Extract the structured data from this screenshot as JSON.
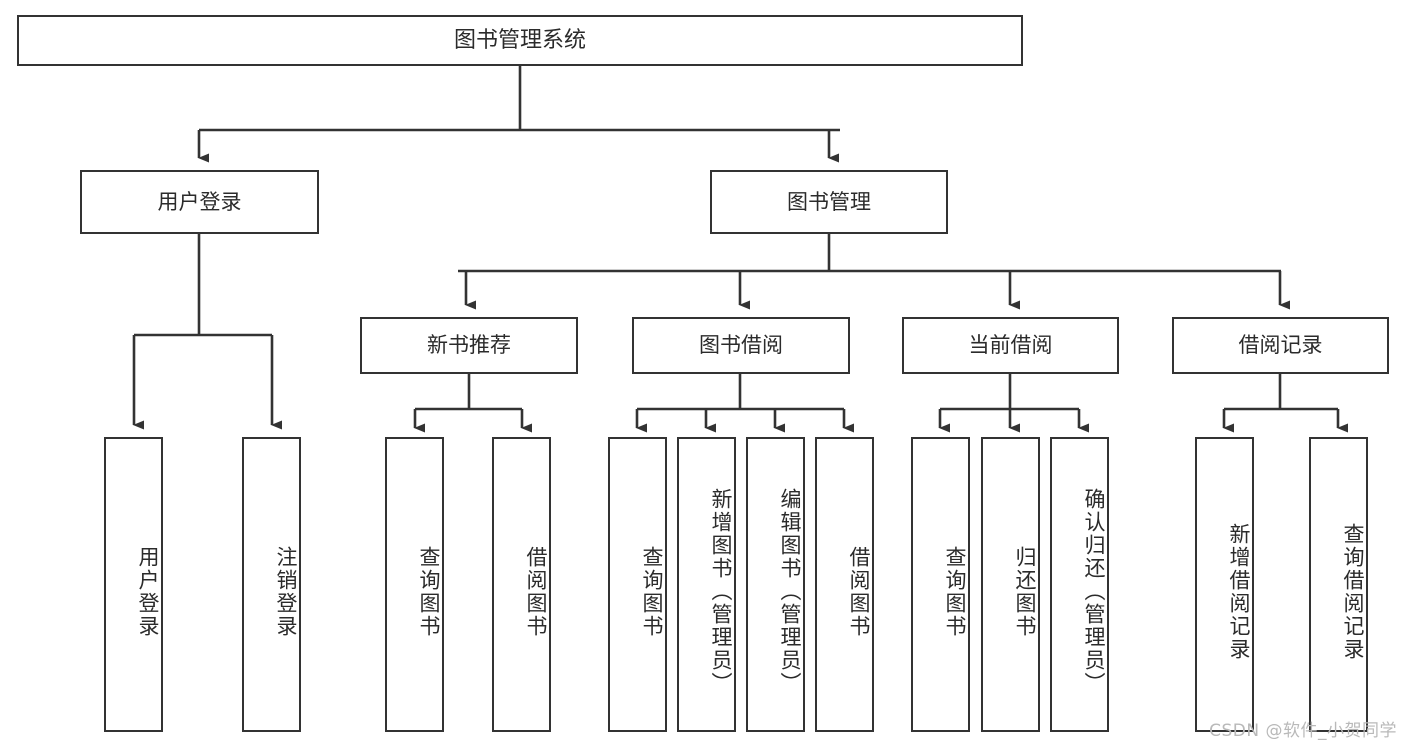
{
  "diagram": {
    "title": "图书管理系统",
    "watermark": "CSDN @软件_小贺同学",
    "accent_color": "#333333",
    "background_color": "#ffffff",
    "text_color": "#2b2b2b",
    "root": {
      "label": "图书管理系统"
    },
    "level2": [
      {
        "label": "用户登录"
      },
      {
        "label": "图书管理"
      }
    ],
    "level3": [
      {
        "label": "新书推荐"
      },
      {
        "label": "图书借阅"
      },
      {
        "label": "当前借阅"
      },
      {
        "label": "借阅记录"
      }
    ],
    "leaves": {
      "user_login": [
        {
          "label": "用户登录"
        },
        {
          "label": "注销登录"
        }
      ],
      "new_book": [
        {
          "label": "查询图书"
        },
        {
          "label": "借阅图书"
        }
      ],
      "book_borrow": [
        {
          "label": "查询图书"
        },
        {
          "label": "新增图书（管理员）"
        },
        {
          "label": "编辑图书（管理员）"
        },
        {
          "label": "借阅图书"
        }
      ],
      "current_borrow": [
        {
          "label": "查询图书"
        },
        {
          "label": "归还图书"
        },
        {
          "label": "确认归还（管理员）"
        }
      ],
      "borrow_record": [
        {
          "label": "新增借阅记录"
        },
        {
          "label": "查询借阅记录"
        }
      ]
    }
  }
}
